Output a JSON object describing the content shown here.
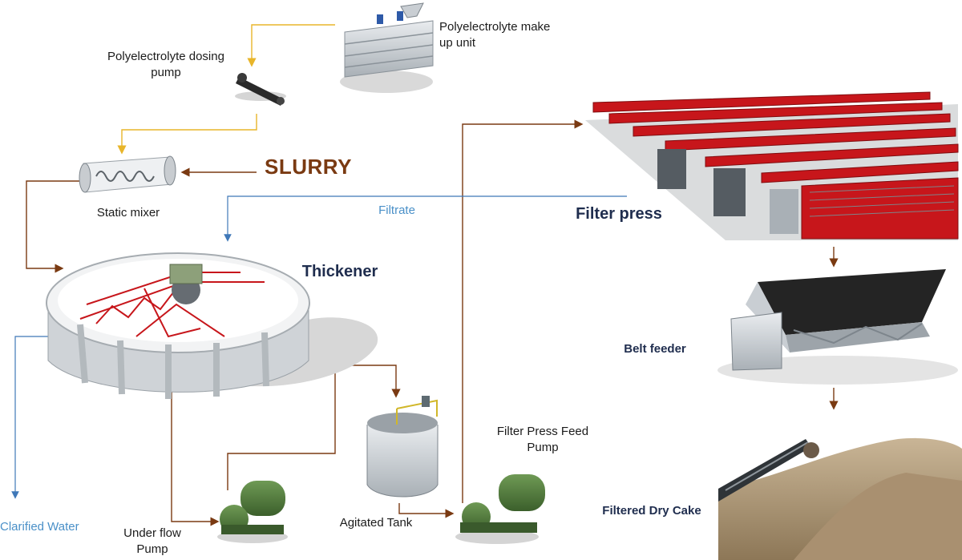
{
  "labels": {
    "polyelectrolyte_makeup": "Polyelectrolyte make up unit",
    "polyelectrolyte_dosing": "Polyelectrolyte dosing pump",
    "slurry": "SLURRY",
    "static_mixer": "Static mixer",
    "filtrate": "Filtrate",
    "filter_press": "Filter press",
    "thickener": "Thickener",
    "belt_feeder": "Belt feeder",
    "filter_press_feed_pump": "Filter Press Feed Pump",
    "agitated_tank": "Agitated Tank",
    "under_flow_pump": "Under flow Pump",
    "clarified_water": "Clarified Water",
    "filtered_dry_cake": "Filtered Dry Cake"
  },
  "colors": {
    "chemical_line": "#e8b52a",
    "slurry_line": "#7a3a12",
    "water_line": "#3f78b8",
    "equipment_red": "#c7161b",
    "equipment_green": "#4f7a3a"
  }
}
